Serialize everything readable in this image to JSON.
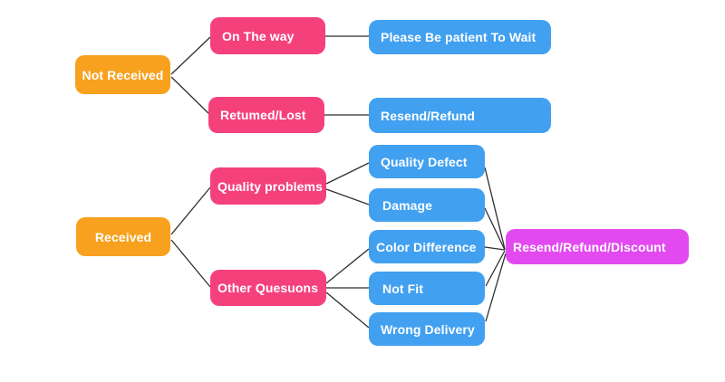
{
  "diagram": {
    "background": "#ffffff",
    "connector_color": "#2f2f2f",
    "colors": {
      "orange": "#f7a11f",
      "pink": "#f4417c",
      "blue": "#42a0f0",
      "magenta": "#e24af0"
    },
    "text_color": "#ffffff",
    "nodes": {
      "not_received": "Not Received",
      "on_the_way": "On The way",
      "please_be_patient": "Please Be patient To Wait",
      "returned_lost": "Retumed/Lost",
      "resend_refund": "Resend/Refund",
      "received": "Received",
      "quality_problems": "Quality problems",
      "other_questions": "Other Quesuons",
      "quality_defect": "Quality Defect",
      "damage": "Damage",
      "color_difference": "Color Difference",
      "not_fit": "Not Fit",
      "wrong_delivery": "Wrong Delivery",
      "resend_refund_discount": "Resend/Refund/Discount"
    },
    "edges": [
      {
        "from": "not_received",
        "to": "on_the_way"
      },
      {
        "from": "not_received",
        "to": "returned_lost"
      },
      {
        "from": "on_the_way",
        "to": "please_be_patient"
      },
      {
        "from": "returned_lost",
        "to": "resend_refund"
      },
      {
        "from": "received",
        "to": "quality_problems"
      },
      {
        "from": "received",
        "to": "other_questions"
      },
      {
        "from": "quality_problems",
        "to": "quality_defect"
      },
      {
        "from": "quality_problems",
        "to": "damage"
      },
      {
        "from": "other_questions",
        "to": "color_difference"
      },
      {
        "from": "other_questions",
        "to": "not_fit"
      },
      {
        "from": "other_questions",
        "to": "wrong_delivery"
      },
      {
        "from": "quality_defect",
        "to": "resend_refund_discount"
      },
      {
        "from": "damage",
        "to": "resend_refund_discount"
      },
      {
        "from": "color_difference",
        "to": "resend_refund_discount"
      },
      {
        "from": "not_fit",
        "to": "resend_refund_discount"
      },
      {
        "from": "wrong_delivery",
        "to": "resend_refund_discount"
      }
    ]
  }
}
